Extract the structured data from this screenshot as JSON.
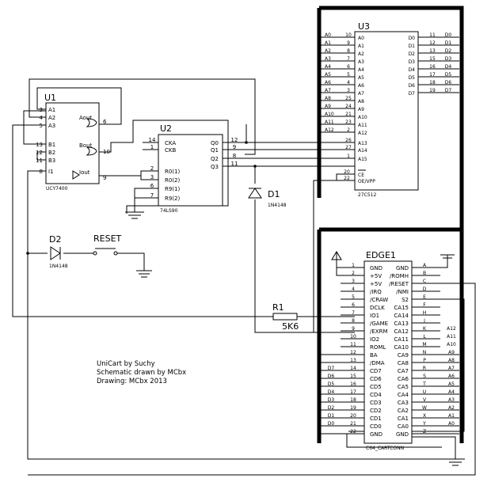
{
  "u1": {
    "ref": "U1",
    "part": "UCY7400",
    "pins_left": [
      {
        "num": "3",
        "name": "A1"
      },
      {
        "num": "4",
        "name": "A2"
      },
      {
        "num": "5",
        "name": "A3"
      },
      {
        "num": "13",
        "name": "B1"
      },
      {
        "num": "12",
        "name": "B2"
      },
      {
        "num": "11",
        "name": "B3"
      },
      {
        "num": "8",
        "name": "I1"
      }
    ],
    "out_a": {
      "name": "Aout",
      "num": "6"
    },
    "out_b": {
      "name": "Bout",
      "num": "10"
    },
    "out_i": {
      "name": "Iout",
      "num": "9"
    }
  },
  "u2": {
    "ref": "U2",
    "part": "74LS90",
    "pins_left": [
      {
        "num": "14",
        "name": "CKA"
      },
      {
        "num": "1",
        "name": "CKB"
      },
      {
        "num": "2",
        "name": "R0(1)"
      },
      {
        "num": "3",
        "name": "R0(2)"
      },
      {
        "num": "6",
        "name": "R9(1)"
      },
      {
        "num": "7",
        "name": "R9(2)"
      }
    ],
    "pins_right": [
      {
        "num": "12",
        "name": "Q0"
      },
      {
        "num": "9",
        "name": "Q1"
      },
      {
        "num": "8",
        "name": "Q2"
      },
      {
        "num": "11",
        "name": "Q3"
      }
    ]
  },
  "u3": {
    "ref": "U3",
    "part": "27C512",
    "addr_pins": [
      {
        "net": "A0",
        "num": "10",
        "name": "A0"
      },
      {
        "net": "A1",
        "num": "9",
        "name": "A1"
      },
      {
        "net": "A2",
        "num": "8",
        "name": "A2"
      },
      {
        "net": "A3",
        "num": "7",
        "name": "A3"
      },
      {
        "net": "A4",
        "num": "6",
        "name": "A4"
      },
      {
        "net": "A5",
        "num": "5",
        "name": "A5"
      },
      {
        "net": "A6",
        "num": "4",
        "name": "A6"
      },
      {
        "net": "A7",
        "num": "3",
        "name": "A7"
      },
      {
        "net": "A8",
        "num": "25",
        "name": "A8"
      },
      {
        "net": "A9",
        "num": "24",
        "name": "A9"
      },
      {
        "net": "A10",
        "num": "21",
        "name": "A10"
      },
      {
        "net": "A11",
        "num": "23",
        "name": "A11"
      },
      {
        "net": "A12",
        "num": "2",
        "name": "A12"
      }
    ],
    "high_addr_pins": [
      {
        "num": "26",
        "name": "A13"
      },
      {
        "num": "27",
        "name": "A14"
      },
      {
        "num": "1",
        "name": "A15"
      }
    ],
    "data_pins": [
      {
        "name": "D0",
        "num": "11",
        "net": "D0"
      },
      {
        "name": "D1",
        "num": "12",
        "net": "D1"
      },
      {
        "name": "D2",
        "num": "13",
        "net": "D2"
      },
      {
        "name": "D3",
        "num": "15",
        "net": "D3"
      },
      {
        "name": "D4",
        "num": "16",
        "net": "D4"
      },
      {
        "name": "D5",
        "num": "17",
        "net": "D5"
      },
      {
        "name": "D6",
        "num": "18",
        "net": "D6"
      },
      {
        "name": "D7",
        "num": "19",
        "net": "D7"
      }
    ],
    "ctrl_pins": [
      {
        "num": "20",
        "name": "CE"
      },
      {
        "num": "22",
        "name": "OE/VPP"
      }
    ]
  },
  "edge": {
    "ref": "EDGE1",
    "part": "C64_CARTCONN",
    "top_rows": [
      {
        "num": "1",
        "left": "GND",
        "right": "GND",
        "letter": "A",
        "net": ""
      },
      {
        "num": "2",
        "left": "+5V",
        "right": "/ROMH",
        "letter": "B",
        "net": ""
      },
      {
        "num": "3",
        "left": "+5V",
        "right": "/RESET",
        "letter": "C",
        "net": ""
      },
      {
        "num": "4",
        "left": "/IRQ",
        "right": "/NMI",
        "letter": "D",
        "net": ""
      },
      {
        "num": "5",
        "left": "/CRAW",
        "right": "S2",
        "letter": "E",
        "net": ""
      },
      {
        "num": "6",
        "left": "DCLK",
        "right": "CA15",
        "letter": "F",
        "net": ""
      },
      {
        "num": "7",
        "left": "IO1",
        "right": "CA14",
        "letter": "H",
        "net": ""
      },
      {
        "num": "8",
        "left": "/GAME",
        "right": "CA13",
        "letter": "J",
        "net": ""
      },
      {
        "num": "9",
        "left": "/EXRM",
        "right": "CA12",
        "letter": "K",
        "net": "A12"
      },
      {
        "num": "10",
        "left": "IO2",
        "right": "CA11",
        "letter": "L",
        "net": "A11"
      },
      {
        "num": "11",
        "left": "ROML",
        "right": "CA10",
        "letter": "M",
        "net": "A10"
      }
    ],
    "bus_rows": [
      {
        "net": "",
        "num": "12",
        "left": "BA",
        "right": "CA9",
        "letter": "N",
        "rnet": "A9"
      },
      {
        "net": "",
        "num": "13",
        "left": "/DMA",
        "right": "CA8",
        "letter": "P",
        "rnet": "A8"
      },
      {
        "net": "D7",
        "num": "14",
        "left": "CD7",
        "right": "CA7",
        "letter": "R",
        "rnet": "A7"
      },
      {
        "net": "D6",
        "num": "15",
        "left": "CD6",
        "right": "CA6",
        "letter": "S",
        "rnet": "A6"
      },
      {
        "net": "D5",
        "num": "16",
        "left": "CD5",
        "right": "CA5",
        "letter": "T",
        "rnet": "A5"
      },
      {
        "net": "D4",
        "num": "17",
        "left": "CD4",
        "right": "CA4",
        "letter": "U",
        "rnet": "A4"
      },
      {
        "net": "D3",
        "num": "18",
        "left": "CD3",
        "right": "CA3",
        "letter": "V",
        "rnet": "A3"
      },
      {
        "net": "D2",
        "num": "19",
        "left": "CD2",
        "right": "CA2",
        "letter": "W",
        "rnet": "A2"
      },
      {
        "net": "D1",
        "num": "20",
        "left": "CD1",
        "right": "CA1",
        "letter": "X",
        "rnet": "A1"
      },
      {
        "net": "D0",
        "num": "21",
        "left": "CD0",
        "right": "CA0",
        "letter": "Y",
        "rnet": "A0"
      },
      {
        "net": "",
        "num": "22",
        "left": "GND",
        "right": "GND",
        "letter": "Z",
        "rnet": ""
      }
    ]
  },
  "d1": {
    "ref": "D1",
    "part": "1N4148"
  },
  "d2": {
    "ref": "D2",
    "part": "1N4148"
  },
  "reset": {
    "label": "RESET"
  },
  "r1": {
    "ref": "R1",
    "value": "5K6"
  },
  "credits": [
    "UniCart by Suchy",
    "Schematic drawn by MCbx",
    "Drawing: MCbx 2013"
  ]
}
